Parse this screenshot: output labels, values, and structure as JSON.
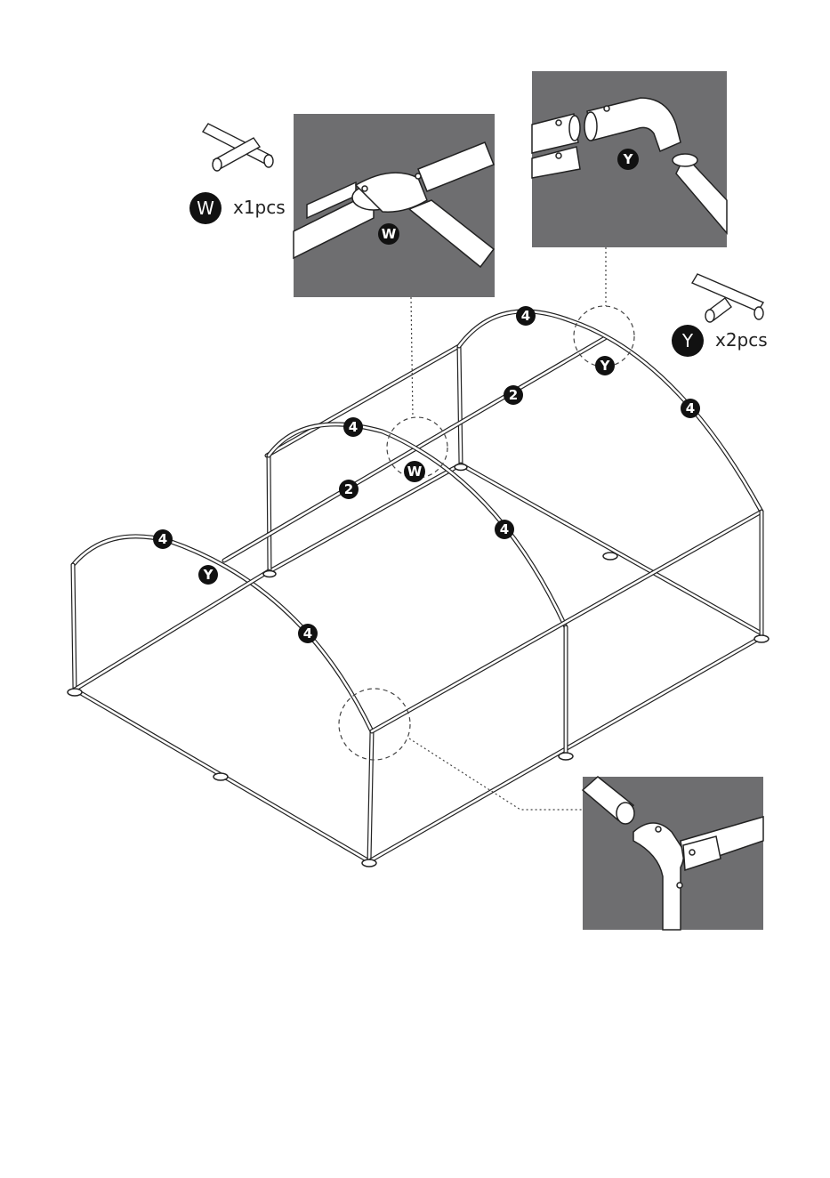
{
  "colors": {
    "frame": "#222222",
    "pipe_fill": "#ffffff",
    "detail_bg": "#6e6e70",
    "badge": "#111111",
    "leader": "#444444"
  },
  "parts": {
    "w": {
      "letter": "W",
      "quantity": "x1pcs",
      "icon": "cross-connector-icon"
    },
    "y": {
      "letter": "Y",
      "quantity": "x2pcs",
      "icon": "tee-connector-icon"
    }
  },
  "callouts": {
    "arch_a_top": "4",
    "arch_a_right": "4",
    "arch_b_top": "4",
    "arch_b_right": "4",
    "arch_c_top": "4",
    "arch_c_right": "4",
    "ridge_back": "2",
    "ridge_front": "2",
    "joint_y_back": "Y",
    "joint_y_front": "Y",
    "joint_w": "W",
    "detail_w": "W",
    "detail_y": "Y"
  }
}
